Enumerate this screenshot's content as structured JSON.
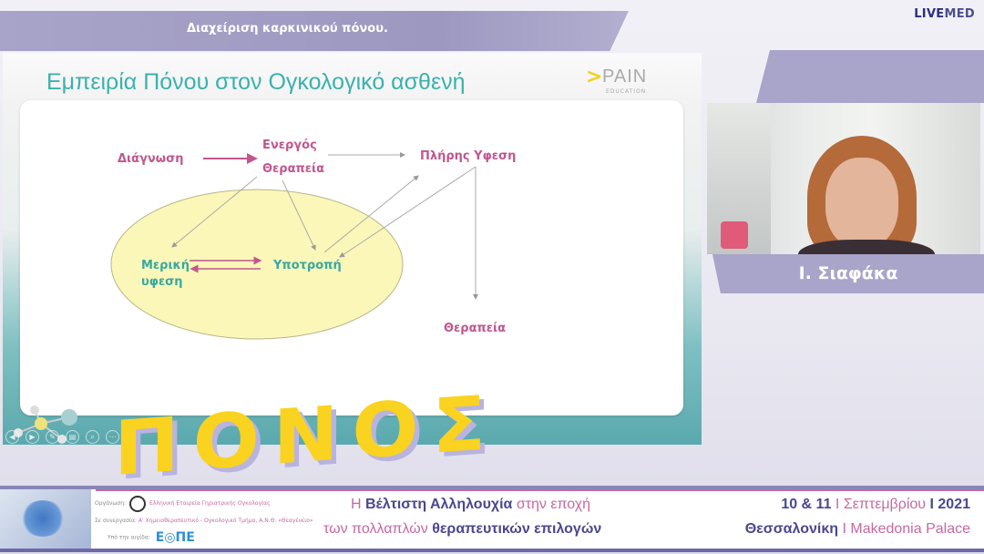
{
  "header": {
    "session_title": "Διαχείριση καρκινικού πόνου.",
    "brand_a": "LIVE",
    "brand_b": "MED"
  },
  "slide": {
    "title": "Εμπειρία Πόνου στον Ογκολογικό ασθενή",
    "logo": {
      "main": "PAIN",
      "sub": "EDUCATION",
      "accent": "#f2d21c"
    },
    "diagram": {
      "diagnosis": "Διάγνωση",
      "active_1": "Ενεργός",
      "active_2": "Θεραπεία",
      "full_remission": "Πλήρης Υφεση",
      "partial_1": "Μερική",
      "partial_2": "υφεση",
      "relapse": "Υποτροπή",
      "therapy": "Θεραπεία"
    },
    "big_word": "ΠΟΝΟΣ",
    "colors": {
      "title": "#3ab2ad",
      "labels": "#c0578f",
      "ellipse": "#fbf7b8",
      "big_word": "#f9d31f"
    }
  },
  "controls": [
    {
      "icon": "prev-icon",
      "g": "◀"
    },
    {
      "icon": "next-icon",
      "g": "▶"
    },
    {
      "icon": "pen-icon",
      "g": "✎"
    },
    {
      "icon": "slides-icon",
      "g": "▤"
    },
    {
      "icon": "zoom-icon",
      "g": "⌕"
    },
    {
      "icon": "more-icon",
      "g": "⋯"
    }
  ],
  "speaker": {
    "name": "Ι. Σιαφάκα"
  },
  "banner": {
    "org_label": "Οργάνωση:",
    "org_name": "Ελληνική Εταιρεία Γηριατρικής Ογκολογίας",
    "coop_label": "Σε συνεργασία:",
    "coop_name": "Α' Χημειοθεραπευτικό - Ογκολογικό Τμήμα, Α.Ν.Θ. «Θεαγένειο»",
    "aegis_label": "Υπό την αιγίδα:",
    "aegis_logo": "ΕΟΠΕ",
    "line1_a": "Η ",
    "line1_b": "Βέλτιστη Αλληλουχία",
    "line1_c": " στην εποχή",
    "line2_a": "των πολλαπλών ",
    "line2_b": "θεραπευτικών επιλογών",
    "dates_a": "10 & 11",
    "dates_sep1": " I ",
    "dates_b": "Σεπτεμβρίου",
    "dates_sep2": " I ",
    "dates_c": "2021",
    "place_a": "Θεσσαλονίκη",
    "place_sep": " I ",
    "place_b": "Makedonia Palace"
  }
}
